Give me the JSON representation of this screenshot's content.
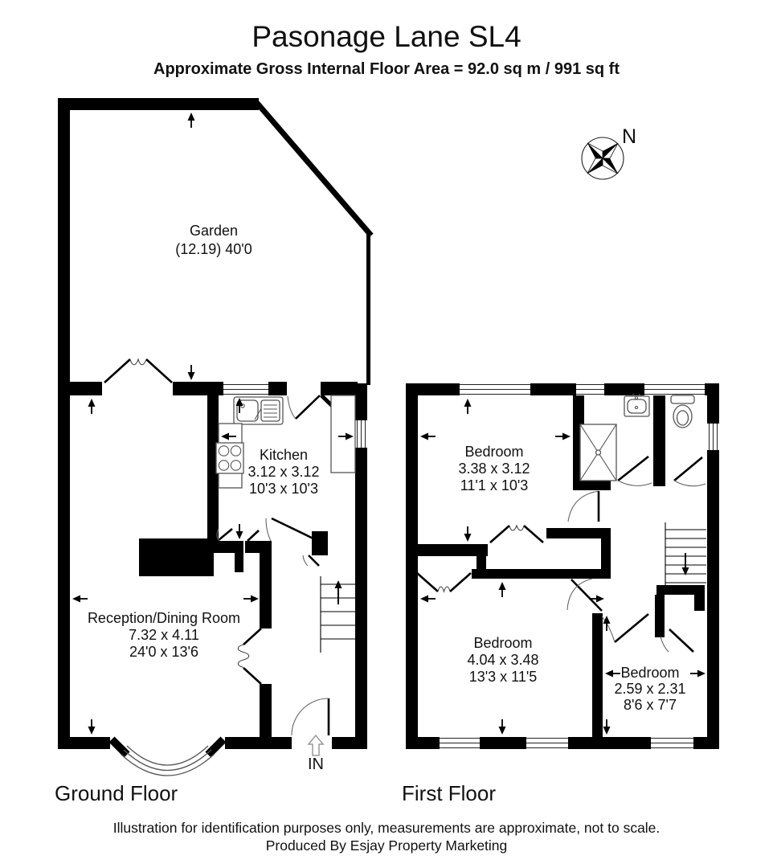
{
  "header": {
    "title": "Pasonage Lane SL4",
    "subtitle": "Approximate Gross Internal Floor Area = 92.0 sq m / 991 sq ft"
  },
  "compass": {
    "north_label": "N"
  },
  "floors": {
    "ground": {
      "label": "Ground Floor",
      "entrance_label": "IN",
      "garden": {
        "name": "Garden",
        "dims": "(12.19) 40'0"
      },
      "kitchen": {
        "name": "Kitchen",
        "metric": "3.12 x 3.12",
        "imperial": "10'3 x 10'3"
      },
      "reception": {
        "name": "Reception/Dining Room",
        "metric": "7.32 x 4.11",
        "imperial": "24'0 x 13'6"
      }
    },
    "first": {
      "label": "First Floor",
      "bedroom1": {
        "name": "Bedroom",
        "metric": "3.38 x 3.12",
        "imperial": "11'1 x 10'3"
      },
      "bedroom2": {
        "name": "Bedroom",
        "metric": "4.04 x 3.48",
        "imperial": "13'3 x 11'5"
      },
      "bedroom3": {
        "name": "Bedroom",
        "metric": "2.59 x 2.31",
        "imperial": "8'6 x 7'7"
      }
    }
  },
  "footer": {
    "line1": "Illustration for identification purposes only, measurements are approximate, not to scale.",
    "line2": "Produced By Esjay Property Marketing"
  },
  "colors": {
    "walls": "#000000",
    "background": "#ffffff",
    "fixtures": "#555555"
  }
}
